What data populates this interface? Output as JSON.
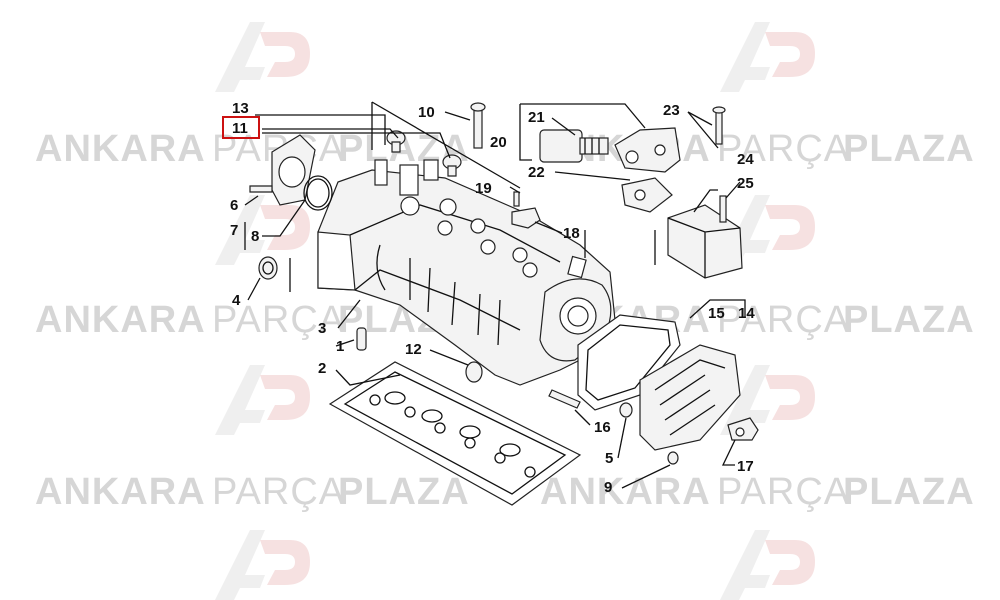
{
  "watermark": {
    "brand_word": "ANKARA",
    "middle_word": "PARÇA",
    "end_word": "PLAZA",
    "logo_letters": "AP",
    "colors": {
      "text": "#d9d9d9",
      "logo": "#f0dede"
    }
  },
  "highlight": {
    "color": "#cc1111",
    "part_number": "11"
  },
  "callouts": [
    "1",
    "2",
    "3",
    "4",
    "5",
    "6",
    "7",
    "8",
    "9",
    "10",
    "11",
    "12",
    "13",
    "14",
    "15",
    "16",
    "17",
    "18",
    "19",
    "20",
    "21",
    "22",
    "23",
    "24",
    "25"
  ]
}
